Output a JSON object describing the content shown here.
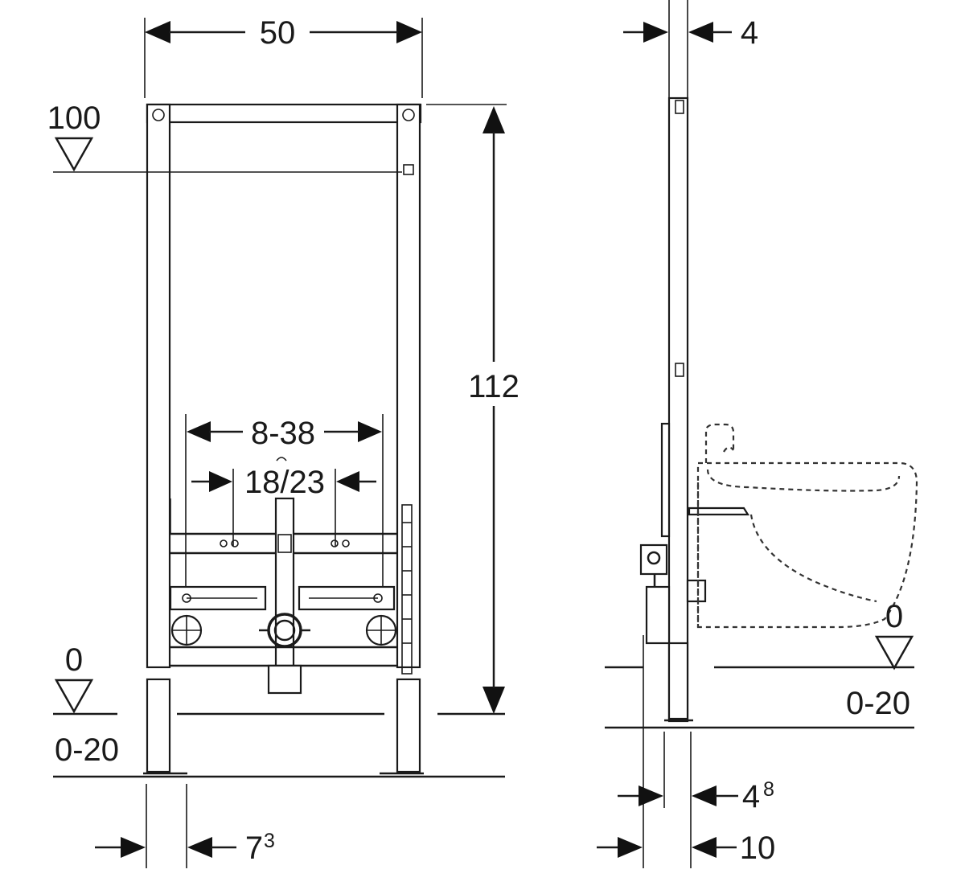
{
  "front_view": {
    "width_label": "50",
    "reference_100_label": "100",
    "height_label": "112",
    "spacing_range_label": "8-38",
    "spacing_pair_label": "18/23",
    "floor_zero_label": "0",
    "floor_range_label": "0-20",
    "leg_width_base": "7",
    "leg_width_sup": "3"
  },
  "side_view": {
    "top_depth_label": "4",
    "floor_zero_label": "0",
    "floor_range_label": "0-20",
    "foot_depth_base": "4",
    "foot_depth_sup": "8",
    "total_depth_label": "10"
  }
}
